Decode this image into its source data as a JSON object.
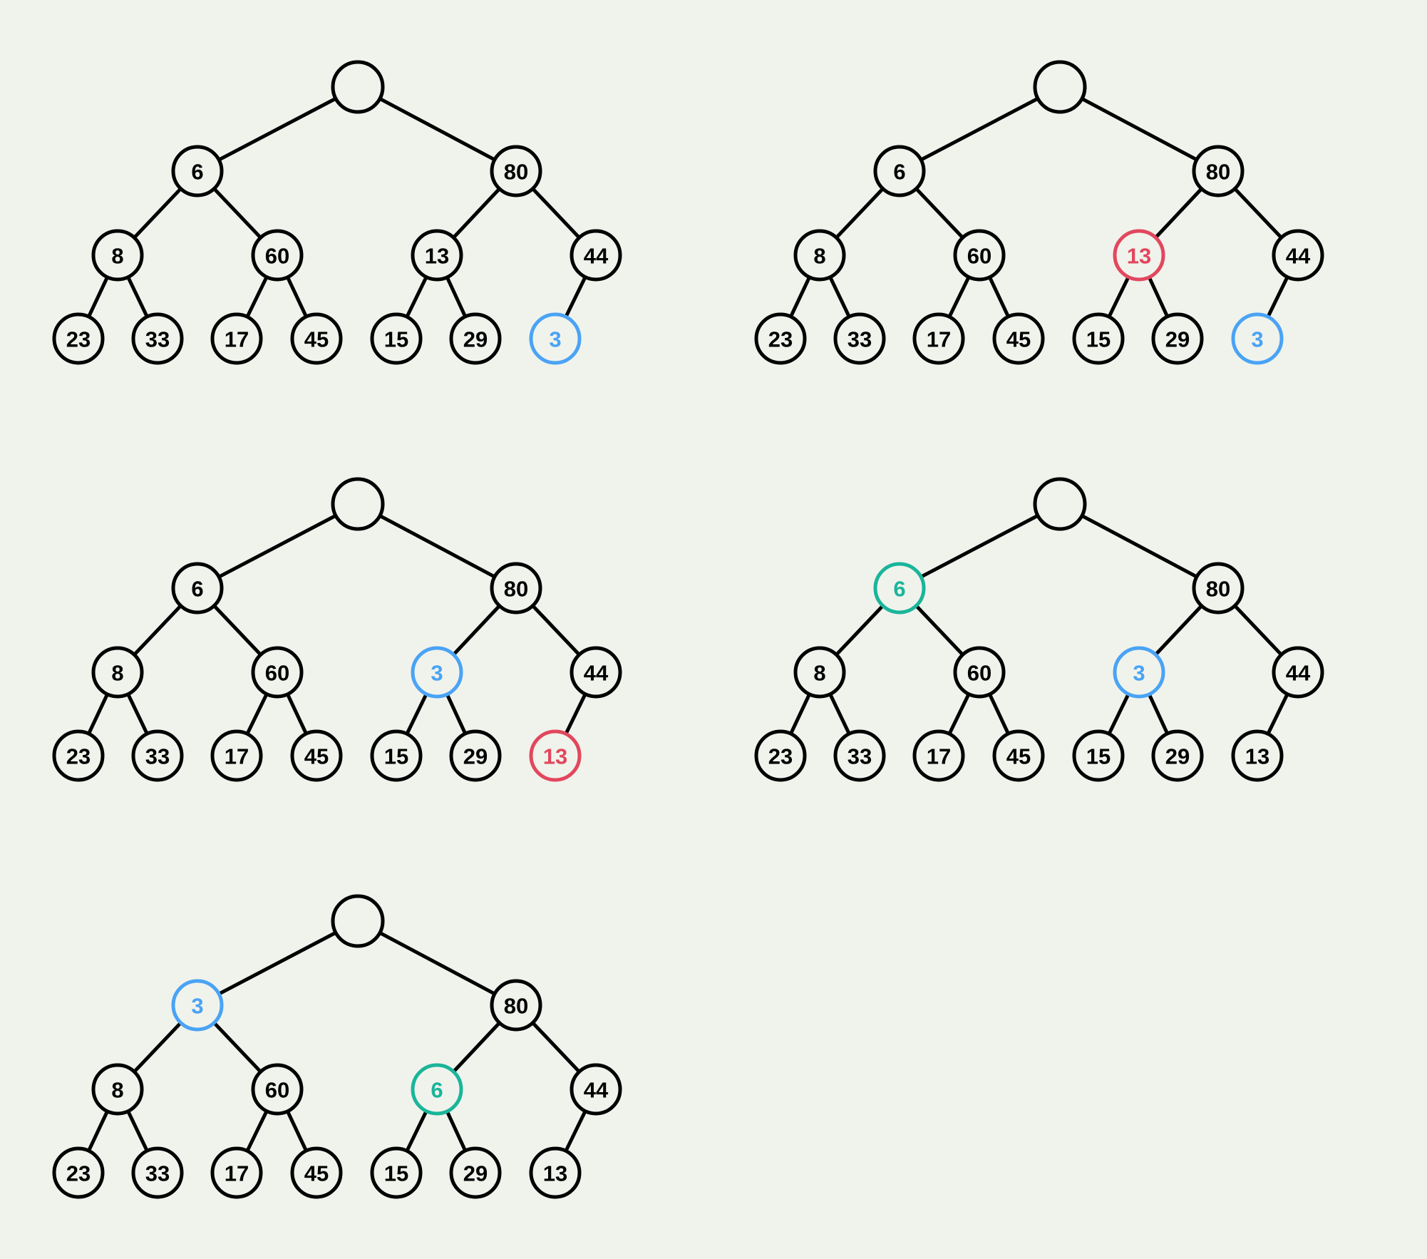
{
  "colors": {
    "default": "#000000",
    "highlight_blue": "#4aa3f5",
    "highlight_red": "#e2475e",
    "highlight_green": "#1ab59a"
  },
  "trees": [
    {
      "values": [
        "",
        "6",
        "80",
        "8",
        "60",
        "13",
        "44",
        "23",
        "33",
        "17",
        "45",
        "15",
        "29",
        "3"
      ],
      "highlights": {
        "13": "highlight_blue"
      }
    },
    {
      "values": [
        "",
        "6",
        "80",
        "8",
        "60",
        "13",
        "44",
        "23",
        "33",
        "17",
        "45",
        "15",
        "29",
        "3"
      ],
      "highlights": {
        "5": "highlight_red",
        "13": "highlight_blue"
      }
    },
    {
      "values": [
        "",
        "6",
        "80",
        "8",
        "60",
        "3",
        "44",
        "23",
        "33",
        "17",
        "45",
        "15",
        "29",
        "13"
      ],
      "highlights": {
        "5": "highlight_blue",
        "13": "highlight_red"
      }
    },
    {
      "values": [
        "",
        "6",
        "80",
        "8",
        "60",
        "3",
        "44",
        "23",
        "33",
        "17",
        "45",
        "15",
        "29",
        "13"
      ],
      "highlights": {
        "1": "highlight_green",
        "5": "highlight_blue"
      }
    },
    {
      "values": [
        "",
        "3",
        "80",
        "8",
        "60",
        "6",
        "44",
        "23",
        "33",
        "17",
        "45",
        "15",
        "29",
        "13"
      ],
      "highlights": {
        "1": "highlight_blue",
        "5": "highlight_green"
      }
    }
  ]
}
